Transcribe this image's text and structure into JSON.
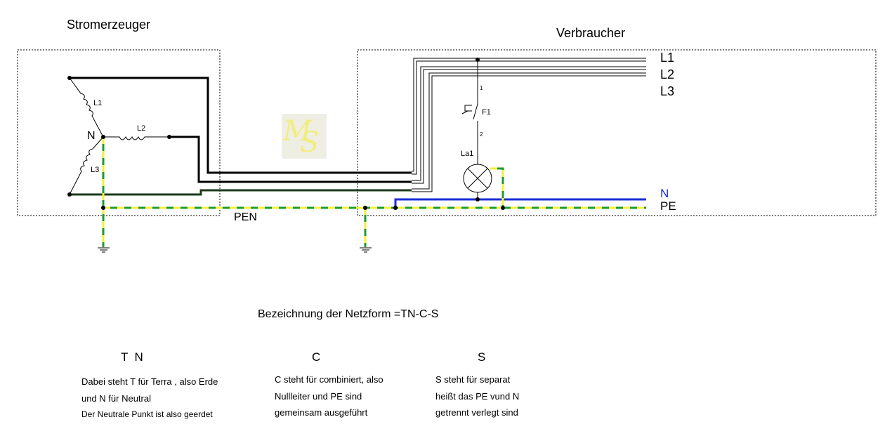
{
  "labels": {
    "generator": "Stromerzeuger",
    "consumer": "Verbraucher",
    "coil_l1": "L1",
    "coil_l2": "L2",
    "coil_l3": "L3",
    "neutral_point": "N",
    "line_l1": "L1",
    "line_l2": "L2",
    "line_l3": "L3",
    "line_n": "N",
    "line_pe": "PE",
    "pen": "PEN",
    "fuse": "F1",
    "fuse_pin1": "1",
    "fuse_pin2": "2",
    "lamp": "La1",
    "watermark_m": "M",
    "watermark_s": "S"
  },
  "heading": "Bezeichnung der Netzform =TN-C-S",
  "columns": [
    {
      "letter": "T  N",
      "lines": [
        "Dabei steht T für Terra , also Erde",
        "und N für Neutral",
        "Der Neutrale Punkt ist also geerdet"
      ]
    },
    {
      "letter": "C",
      "lines": [
        "C steht für combiniert, also",
        "Nullleiter und PE sind",
        "gemeinsam ausgeführt"
      ]
    },
    {
      "letter": "S",
      "lines": [
        "S steht für separat",
        "heißt das PE vund N",
        "getrennt verlegt sind"
      ]
    }
  ],
  "colors": {
    "neutral": "#1a2bd6",
    "earth_green": "#1f9a2e",
    "earth_yellow": "#f4ef3a",
    "phase_dark": "#1b3a1b",
    "black": "#000000"
  }
}
